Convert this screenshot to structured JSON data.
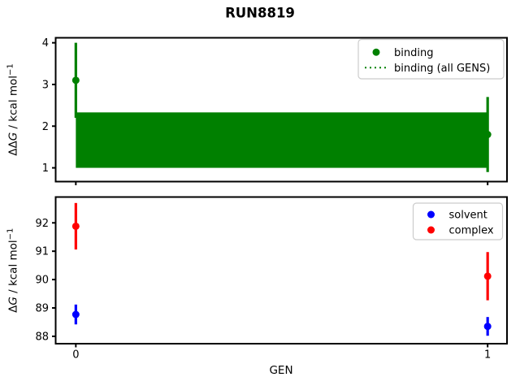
{
  "title": "RUN8819",
  "xlabel": "GEN",
  "colors": {
    "binding": "#008000",
    "solvent": "#0000ff",
    "complex": "#ff0000",
    "axes": "#000000",
    "legend_border": "#cccccc",
    "background": "#ffffff"
  },
  "chart_data": [
    {
      "type": "scatter-errorbar",
      "title": "",
      "ylabel": "ΔΔG / kcal mol⁻¹",
      "ylabel_parts": [
        {
          "t": "ΔΔ"
        },
        {
          "t": "G",
          "i": true
        },
        {
          "t": " / kcal mol"
        },
        {
          "t": "−1",
          "sup": true
        }
      ],
      "x": [
        0,
        1
      ],
      "xticks": [
        0,
        1
      ],
      "show_xticklabels": false,
      "yticks": [
        1,
        2,
        3,
        4
      ],
      "ylim": [
        0.67,
        4.12
      ],
      "xlim": [
        -0.049,
        1.047
      ],
      "grid": false,
      "legend_position": "upper right",
      "legend": [
        {
          "label": "binding",
          "sample": "marker",
          "color": "#008000"
        },
        {
          "label": "binding (all GENS)",
          "sample": "dotted-line",
          "color": "#008000"
        }
      ],
      "series": [
        {
          "name": "binding",
          "color": "#008000",
          "x": [
            0,
            1
          ],
          "y": [
            3.1,
            1.8
          ],
          "yerr": [
            0.9,
            0.9
          ]
        }
      ],
      "band": {
        "name": "binding (all GENS)",
        "color": "#008000",
        "x": [
          0,
          1
        ],
        "ylo": 1.0,
        "yhi": 2.33
      }
    },
    {
      "type": "scatter-errorbar",
      "title": "",
      "ylabel": "ΔG / kcal mol⁻¹",
      "ylabel_parts": [
        {
          "t": "Δ"
        },
        {
          "t": "G",
          "i": true
        },
        {
          "t": " / kcal mol"
        },
        {
          "t": "−1",
          "sup": true
        }
      ],
      "x": [
        0,
        1
      ],
      "xticks": [
        0,
        1
      ],
      "show_xticklabels": true,
      "yticks": [
        88,
        89,
        90,
        91,
        92
      ],
      "ylim": [
        87.74,
        92.91
      ],
      "xlim": [
        -0.049,
        1.047
      ],
      "grid": false,
      "legend_position": "upper right",
      "legend": [
        {
          "label": "solvent",
          "sample": "marker",
          "color": "#0000ff"
        },
        {
          "label": "complex",
          "sample": "marker",
          "color": "#ff0000"
        }
      ],
      "series": [
        {
          "name": "solvent",
          "color": "#0000ff",
          "x": [
            0,
            1
          ],
          "y": [
            88.77,
            88.35
          ],
          "yerr": [
            0.35,
            0.33
          ]
        },
        {
          "name": "complex",
          "color": "#ff0000",
          "x": [
            0,
            1
          ],
          "y": [
            91.88,
            90.12
          ],
          "yerr": [
            0.82,
            0.85
          ]
        }
      ]
    }
  ]
}
